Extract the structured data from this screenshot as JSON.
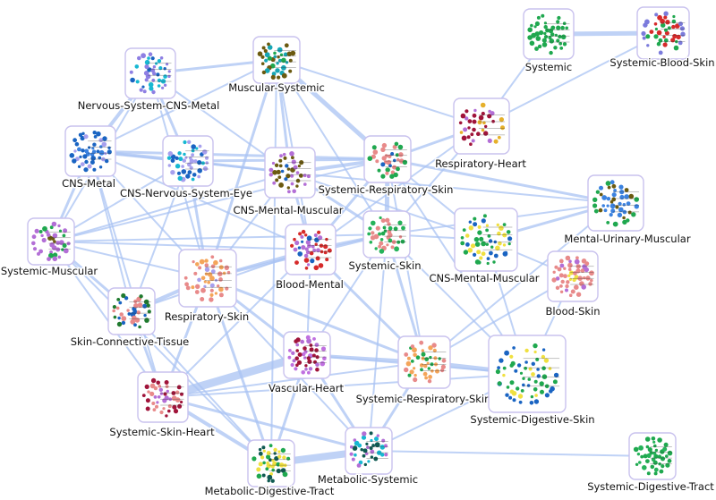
{
  "graph": {
    "nodes": [
      {
        "id": "systemic",
        "label": "Systemic",
        "colors": [
          "#1fa84f",
          "#1fa84f",
          "#26b35a"
        ]
      },
      {
        "id": "systemic-blood-skin",
        "label": "Systemic-Blood-Skin",
        "colors": [
          "#1fa84f",
          "#d62a2a",
          "#7b7bdc"
        ]
      },
      {
        "id": "muscular-systemic",
        "label": "Muscular-Systemic",
        "colors": [
          "#6b5a10",
          "#17a6b5",
          "#1fa84f"
        ]
      },
      {
        "id": "nervous-system-cns-metal",
        "label": "Nervous-System-CNS-Metal",
        "colors": [
          "#1a64c2",
          "#17b8d2",
          "#8e7fe3"
        ]
      },
      {
        "id": "respiratory-heart",
        "label": "Respiratory-Heart",
        "colors": [
          "#a0143a",
          "#b36fd6",
          "#e6b02a"
        ]
      },
      {
        "id": "cns-metal",
        "label": "CNS-Metal",
        "colors": [
          "#1a64c2",
          "#3b82e0",
          "#a7a0ee"
        ]
      },
      {
        "id": "cns-nervous-system-eye",
        "label": "CNS-Nervous-System-Eye",
        "colors": [
          "#17b8d2",
          "#1a64c2",
          "#a7a0ee"
        ]
      },
      {
        "id": "cns-mental-muscular-1",
        "label": "CNS-Mental-Muscular",
        "colors": [
          "#b36fd6",
          "#6b5a10",
          "#1a64c2"
        ]
      },
      {
        "id": "systemic-respiratory-skin-1",
        "label": "Systemic-Respiratory-Skin",
        "colors": [
          "#1fa84f",
          "#e88a8a",
          "#1a64c2"
        ]
      },
      {
        "id": "mental-urinary-muscular",
        "label": "Mental-Urinary-Muscular",
        "colors": [
          "#3b82e0",
          "#6b5a10",
          "#1fa84f"
        ]
      },
      {
        "id": "systemic-muscular",
        "label": "Systemic-Muscular",
        "colors": [
          "#b36fd6",
          "#6b5a10",
          "#1fa84f"
        ]
      },
      {
        "id": "blood-mental",
        "label": "Blood-Mental",
        "colors": [
          "#d62a2a",
          "#1a64c2",
          "#b36fd6"
        ]
      },
      {
        "id": "systemic-skin",
        "label": "Systemic-Skin",
        "colors": [
          "#1fa84f",
          "#e88a8a",
          "#26b35a"
        ]
      },
      {
        "id": "cns-mental-muscular-2",
        "label": "CNS-Mental-Muscular",
        "colors": [
          "#1a64c2",
          "#f0e040",
          "#1fa84f"
        ]
      },
      {
        "id": "blood-skin",
        "label": "Blood-Skin",
        "colors": [
          "#e88a8a",
          "#b36fd6",
          "#f0e040"
        ]
      },
      {
        "id": "respiratory-skin",
        "label": "Respiratory-Skin",
        "colors": [
          "#e88a8a",
          "#f4a55a",
          "#a7a0ee"
        ]
      },
      {
        "id": "skin-connective-tissue",
        "label": "Skin-Connective-Tissue",
        "colors": [
          "#e88a8a",
          "#1a64c2",
          "#1f7a2e"
        ]
      },
      {
        "id": "vascular-heart",
        "label": "Vascular-Heart",
        "colors": [
          "#a0143a",
          "#b36fd6",
          "#c070e0"
        ]
      },
      {
        "id": "systemic-respiratory-skin-2",
        "label": "Systemic-Respiratory-Skin",
        "colors": [
          "#1fa84f",
          "#f4a55a",
          "#e88a8a"
        ]
      },
      {
        "id": "systemic-digestive-skin",
        "label": "Systemic-Digestive-Skin",
        "colors": [
          "#1fa84f",
          "#f0e040",
          "#1a64c2"
        ]
      },
      {
        "id": "systemic-skin-heart",
        "label": "Systemic-Skin-Heart",
        "colors": [
          "#a0143a",
          "#e88a8a",
          "#b36fd6"
        ]
      },
      {
        "id": "metabolic-digestive-tract",
        "label": "Metabolic-Digestive-Tract",
        "colors": [
          "#0f5a52",
          "#f0e040",
          "#1fa84f"
        ]
      },
      {
        "id": "metabolic-systemic",
        "label": "Metabolic-Systemic",
        "colors": [
          "#0f5a52",
          "#17b8d2",
          "#b36fd6"
        ]
      },
      {
        "id": "systemic-digestive-tract",
        "label": "Systemic-Digestive-Tract",
        "colors": [
          "#1fa84f",
          "#f0e040",
          "#26b35a"
        ]
      }
    ],
    "edges": [
      [
        "systemic",
        "systemic-blood-skin",
        5
      ],
      [
        "systemic",
        "respiratory-heart",
        2
      ],
      [
        "systemic-blood-skin",
        "respiratory-heart",
        2
      ],
      [
        "muscular-systemic",
        "nervous-system-cns-metal",
        3
      ],
      [
        "muscular-systemic",
        "cns-metal",
        2
      ],
      [
        "muscular-systemic",
        "cns-mental-muscular-1",
        3
      ],
      [
        "muscular-systemic",
        "systemic-respiratory-skin-1",
        5
      ],
      [
        "muscular-systemic",
        "respiratory-heart",
        2
      ],
      [
        "muscular-systemic",
        "blood-mental",
        2
      ],
      [
        "muscular-systemic",
        "respiratory-skin",
        3
      ],
      [
        "muscular-systemic",
        "systemic-skin",
        2
      ],
      [
        "nervous-system-cns-metal",
        "cns-metal",
        4
      ],
      [
        "nervous-system-cns-metal",
        "cns-nervous-system-eye",
        3
      ],
      [
        "nervous-system-cns-metal",
        "systemic-muscular",
        2
      ],
      [
        "nervous-system-cns-metal",
        "cns-mental-muscular-1",
        2
      ],
      [
        "cns-metal",
        "cns-nervous-system-eye",
        4
      ],
      [
        "cns-metal",
        "cns-mental-muscular-1",
        2
      ],
      [
        "cns-metal",
        "systemic-respiratory-skin-1",
        3
      ],
      [
        "cns-metal",
        "systemic-muscular",
        3
      ],
      [
        "cns-metal",
        "respiratory-skin",
        2
      ],
      [
        "cns-metal",
        "skin-connective-tissue",
        2
      ],
      [
        "cns-metal",
        "systemic-skin-heart",
        2
      ],
      [
        "cns-metal",
        "blood-mental",
        2
      ],
      [
        "cns-nervous-system-eye",
        "cns-mental-muscular-1",
        3
      ],
      [
        "cns-nervous-system-eye",
        "systemic-respiratory-skin-1",
        3
      ],
      [
        "cns-nervous-system-eye",
        "systemic-muscular",
        2
      ],
      [
        "cns-nervous-system-eye",
        "respiratory-skin",
        3
      ],
      [
        "cns-nervous-system-eye",
        "skin-connective-tissue",
        2
      ],
      [
        "cns-mental-muscular-1",
        "systemic-respiratory-skin-1",
        4
      ],
      [
        "cns-mental-muscular-1",
        "blood-mental",
        3
      ],
      [
        "cns-mental-muscular-1",
        "systemic-skin",
        3
      ],
      [
        "cns-mental-muscular-1",
        "systemic-muscular",
        2
      ],
      [
        "cns-mental-muscular-1",
        "respiratory-skin",
        2
      ],
      [
        "cns-mental-muscular-1",
        "cns-mental-muscular-2",
        2
      ],
      [
        "cns-mental-muscular-1",
        "mental-urinary-muscular",
        2
      ],
      [
        "systemic-respiratory-skin-1",
        "respiratory-heart",
        3
      ],
      [
        "systemic-respiratory-skin-1",
        "systemic-skin",
        5
      ],
      [
        "systemic-respiratory-skin-1",
        "mental-urinary-muscular",
        3
      ],
      [
        "systemic-respiratory-skin-1",
        "cns-mental-muscular-2",
        2
      ],
      [
        "systemic-respiratory-skin-1",
        "systemic-muscular",
        2
      ],
      [
        "systemic-respiratory-skin-1",
        "blood-mental",
        3
      ],
      [
        "systemic-respiratory-skin-1",
        "systemic-respiratory-skin-2",
        2
      ],
      [
        "systemic-respiratory-skin-1",
        "systemic-digestive-skin",
        2
      ],
      [
        "respiratory-heart",
        "blood-mental",
        2
      ],
      [
        "respiratory-heart",
        "systemic-skin",
        2
      ],
      [
        "systemic-muscular",
        "skin-connective-tissue",
        3
      ],
      [
        "systemic-muscular",
        "respiratory-skin",
        2
      ],
      [
        "systemic-muscular",
        "blood-mental",
        2
      ],
      [
        "systemic-muscular",
        "systemic-skin-heart",
        2
      ],
      [
        "systemic-muscular",
        "systemic-skin",
        2
      ],
      [
        "systemic-muscular",
        "metabolic-digestive-tract",
        2
      ],
      [
        "blood-mental",
        "systemic-skin",
        3
      ],
      [
        "blood-mental",
        "respiratory-skin",
        3
      ],
      [
        "blood-mental",
        "vascular-heart",
        2
      ],
      [
        "blood-mental",
        "systemic-respiratory-skin-2",
        3
      ],
      [
        "blood-mental",
        "skin-connective-tissue",
        2
      ],
      [
        "blood-mental",
        "systemic-skin-heart",
        2
      ],
      [
        "systemic-skin",
        "cns-mental-muscular-2",
        2
      ],
      [
        "systemic-skin",
        "respiratory-skin",
        3
      ],
      [
        "systemic-skin",
        "systemic-respiratory-skin-2",
        3
      ],
      [
        "systemic-skin",
        "systemic-digestive-skin",
        2
      ],
      [
        "systemic-skin",
        "metabolic-systemic",
        2
      ],
      [
        "systemic-skin",
        "mental-urinary-muscular",
        2
      ],
      [
        "systemic-skin",
        "vascular-heart",
        2
      ],
      [
        "cns-mental-muscular-2",
        "mental-urinary-muscular",
        3
      ],
      [
        "cns-mental-muscular-2",
        "blood-skin",
        2
      ],
      [
        "cns-mental-muscular-2",
        "systemic-digestive-skin",
        2
      ],
      [
        "mental-urinary-muscular",
        "systemic-respiratory-skin-2",
        2
      ],
      [
        "blood-skin",
        "systemic-digestive-skin",
        2
      ],
      [
        "blood-skin",
        "systemic-respiratory-skin-2",
        2
      ],
      [
        "respiratory-skin",
        "skin-connective-tissue",
        4
      ],
      [
        "respiratory-skin",
        "vascular-heart",
        3
      ],
      [
        "respiratory-skin",
        "systemic-skin-heart",
        3
      ],
      [
        "respiratory-skin",
        "systemic-respiratory-skin-2",
        3
      ],
      [
        "respiratory-skin",
        "metabolic-digestive-tract",
        3
      ],
      [
        "respiratory-skin",
        "metabolic-systemic",
        2
      ],
      [
        "skin-connective-tissue",
        "systemic-skin-heart",
        3
      ],
      [
        "skin-connective-tissue",
        "metabolic-digestive-tract",
        2
      ],
      [
        "vascular-heart",
        "systemic-skin-heart",
        9
      ],
      [
        "vascular-heart",
        "systemic-respiratory-skin-2",
        4
      ],
      [
        "vascular-heart",
        "metabolic-digestive-tract",
        3
      ],
      [
        "vascular-heart",
        "metabolic-systemic",
        3
      ],
      [
        "vascular-heart",
        "systemic-digestive-skin",
        2
      ],
      [
        "systemic-respiratory-skin-2",
        "systemic-digestive-skin",
        5
      ],
      [
        "systemic-respiratory-skin-2",
        "metabolic-systemic",
        3
      ],
      [
        "systemic-respiratory-skin-2",
        "systemic-skin-heart",
        2
      ],
      [
        "systemic-digestive-skin",
        "metabolic-systemic",
        2
      ],
      [
        "systemic-digestive-skin",
        "systemic-skin-heart",
        2
      ],
      [
        "systemic-skin-heart",
        "metabolic-digestive-tract",
        4
      ],
      [
        "systemic-skin-heart",
        "metabolic-systemic",
        3
      ],
      [
        "metabolic-digestive-tract",
        "metabolic-systemic",
        8
      ],
      [
        "metabolic-systemic",
        "systemic-digestive-tract",
        2
      ],
      [
        "muscular-systemic",
        "metabolic-digestive-tract",
        2
      ],
      [
        "nervous-system-cns-metal",
        "respiratory-skin",
        2
      ]
    ]
  }
}
